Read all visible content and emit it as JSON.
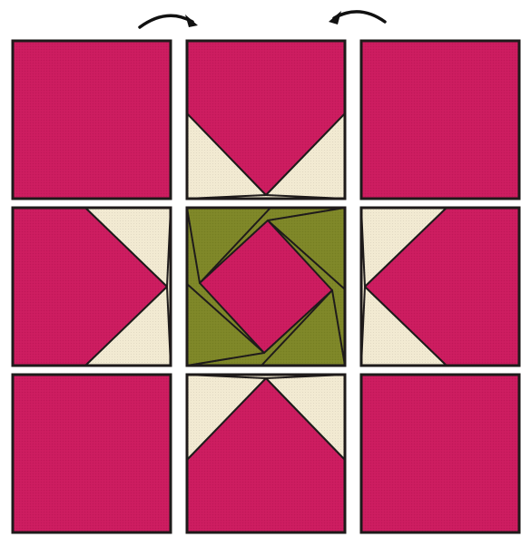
{
  "diagram": {
    "kind": "quilt-block-layout",
    "grid": "3x3",
    "colors": {
      "pink": "#CC1B5F",
      "cream": "#F2EAD2",
      "green": "#7E8727",
      "outline": "#1E1A1A",
      "arrow": "#111111"
    },
    "blocks": [
      {
        "name": "corner-block-top-left",
        "type": "solid"
      },
      {
        "name": "flying-geese-block-top",
        "type": "geese",
        "point": "down"
      },
      {
        "name": "corner-block-top-right",
        "type": "solid"
      },
      {
        "name": "flying-geese-block-left",
        "type": "geese",
        "point": "right"
      },
      {
        "name": "center-square-in-square-block",
        "type": "square-in-square"
      },
      {
        "name": "flying-geese-block-right",
        "type": "geese",
        "point": "left"
      },
      {
        "name": "corner-block-bottom-left",
        "type": "solid"
      },
      {
        "name": "flying-geese-block-bottom",
        "type": "geese",
        "point": "up"
      },
      {
        "name": "corner-block-bottom-right",
        "type": "solid"
      }
    ],
    "arrows": [
      {
        "name": "rotate-arrow-left-icon",
        "direction": "clockwise"
      },
      {
        "name": "rotate-arrow-right-icon",
        "direction": "counterclockwise"
      }
    ]
  }
}
